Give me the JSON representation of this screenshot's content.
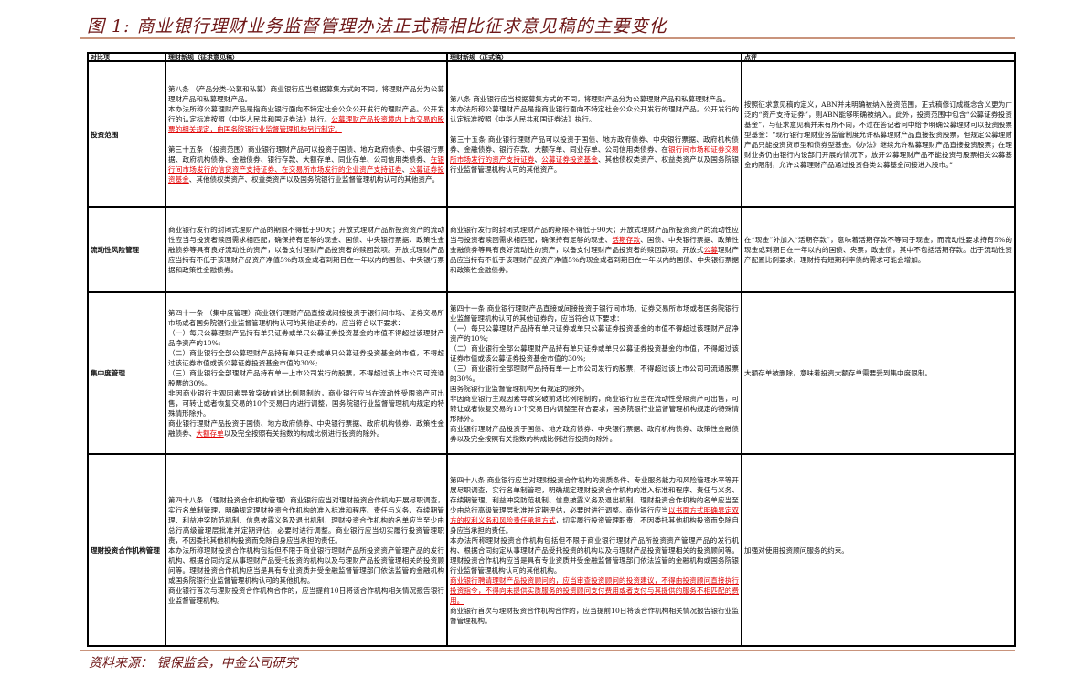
{
  "title": "图 1: 商业银行理财业务监督管理办法正式稿相比征求意见稿的主要变化",
  "source": "资料来源：  银保监会，中金公司研究",
  "headers": [
    "对比项",
    "理财新规（征求意见稿）",
    "理财新规（正式稿）",
    "点评"
  ],
  "rows": [
    {
      "label": "投资范围",
      "draft": [
        [
          {
            "t": "第八条 （产品分类-公募和私募）商业银行应当根据募集方式的不同，将理财产品分为公募理财产品和私募理财产品。"
          }
        ],
        [
          {
            "t": "本办法所称公募理财产品是指商业银行面向不特定社会公众公开发行的理财产品。公开发行的认定标准按照《中华人民共和国证券法》执行。"
          },
          {
            "t": "公募理财产品投资境内上市交易的股票的相关规定，由国务院银行业监督管理机构另行制定。",
            "red": true
          }
        ],
        [],
        [
          {
            "t": "第三十五条 （投资范围）商业银行理财产品可以投资于国债、地方政府债券、中央银行票据、政府机构债券、金融债券、银行存款、大额存单、同业存单、公司信用类债券、"
          },
          {
            "t": "在银行间市场发行的信贷资产支持证券、在交易所市场发行的企业资产支持证券",
            "red": true
          },
          {
            "t": "、"
          },
          {
            "t": "公募证券投资基金",
            "red": true
          },
          {
            "t": "、其他债权类资产、权益类资产以及国务院银行业监督管理机构认可的其他资产。"
          }
        ]
      ],
      "final": [
        [
          {
            "t": "第八条 商业银行应当根据募集方式的不同，将理财产品分为公募理财产品和私募理财产品。"
          }
        ],
        [
          {
            "t": "本办法所称公募理财产品是指商业银行面向不特定社会公众公开发行的理财产品。公开发行的认定标准按照《中华人民共和国证券法》执行。"
          }
        ],
        [],
        [
          {
            "t": "第三十五条 商业银行理财产品可以投资于国债、地方政府债券、中央银行票据、政府机构债券、金融债券、银行存款、大额存单、同业存单、公司信用类债券、在"
          },
          {
            "t": "银行间市场和证券交易所市场发行的资产支持证券",
            "red": true
          },
          {
            "t": "、"
          },
          {
            "t": "公募证券投资基金",
            "red": true
          },
          {
            "t": "、其他债权类资产、权益类资产以及国务院银行业监督管理机构认可的其他资产。"
          }
        ]
      ],
      "comment": [
        [
          {
            "t": "按照征求意见稿的定义，ABN并未明确被纳入投资范围，正式稿修订成概念含义更为广泛的“资产支持证券”，则ABN能够明确被纳入。此外，投资范围中包含“公募证券投资基金”，与征求意见稿并未有所不同，不过在答记者问中给予明确公募理财可以投资股票型基金：“现行银行理财业务监管制度允许私募理财产品直接投资股票，但规定公募理财产品只能投资货币型和债券型基金。《办法》继续允许私募理财产品直接投资股票；在理财业务仍由银行内设部门开展的情况下，放开公募理财产品不能投资与股票相关公募基金的限制，允许公募理财产品通过投资各类公募基金间接进入股市。”"
          }
        ]
      ]
    },
    {
      "label": "流动性风险管理",
      "draft": [
        [
          {
            "t": "商业银行发行的封闭式理财产品的期限不得低于90天；开放式理财产品所投资资产的流动性应当与投资者赎回需求相匹配，确保持有足够的现金、国债、中央银行票据、政策性金融债券等具有良好流动性的资产，以备支付理财产品投资者的赎回款项。开放式理财产品应当持有不低于该理财产品资产净值5%的现金或者到期日在一年以内的国债、中央银行票据和政策性金融债券。"
          }
        ]
      ],
      "final": [
        [
          {
            "t": "商业银行发行的封闭式理财产品的期限不得低于90天；开放式理财产品所投资资产的流动性应当与投资者赎回需求相匹配，确保持有足够的现金、"
          },
          {
            "t": "活期存款",
            "red": true
          },
          {
            "t": "、国债、中央银行票据、政策性金融债券等具有良好流动性的资产，以备支付理财产品投资者的赎回款项。开放式"
          },
          {
            "t": "公募",
            "red": true
          },
          {
            "t": "理财产品应当持有不低于该理财产品资产净值5%的现金或者到期日在一年以内的国债、中央银行票据和政策性金融债券。"
          }
        ]
      ],
      "comment": [
        [
          {
            "t": "在“现金”外加入“活期存款”，意味着活期存款不等同于现金，而流动性要求持有5%的现金或到期日在一年以内的国债、央票，政金债，其中不包括活期存款。出于流动性资产配置比例要求，理财持有短期利率债的需求可能会增加。"
          }
        ]
      ]
    },
    {
      "label": "集中度管理",
      "draft": [
        [
          {
            "t": "第四十一条 （集中度管理）商业银行理财产品直接或间接投资于银行间市场、证券交易所市场或者国务院银行业监督管理机构认可的其他证券的，应当符合以下要求："
          }
        ],
        [
          {
            "t": "（一）每只公募理财产品持有单只证券或单只公募证券投资基金的市值不得超过该理财产品净资产的10%;"
          }
        ],
        [
          {
            "t": "（二）商业银行全部公募理财产品持有单只证券或单只公募证券投资基金的市值，不得超过该证券市值或该公募证券投资基金市值的30%;"
          }
        ],
        [
          {
            "t": "（三）商业银行全部理财产品持有单一上市公司发行的股票，不得超过该上市公司可流通股票的30%。"
          }
        ],
        [
          {
            "t": "非因商业银行主观因素导致突破前述比例限制的，商业银行应当在流动性受限资产可出售，可转让或者恢复交易的10个交易日内进行调整，国务院银行业监督管理机构规定的特殊情形除外。"
          }
        ],
        [
          {
            "t": "商业银行理财产品投资于国债、地方政府债券、中央银行票据、政府机构债券、政策性金融债券、"
          },
          {
            "t": "大额存单",
            "red": true
          },
          {
            "t": "以及完全按照有关指数的构成比例进行投资的除外。"
          }
        ]
      ],
      "final": [
        [
          {
            "t": "第四十一条 商业银行理财产品直接或间接投资于银行间市场、证券交易所市场或者国务院银行业监督管理机构认可的其他证券的，应当符合以下要求："
          }
        ],
        [
          {
            "t": "（一）每只公募理财产品持有单只证券或单只公募证券投资基金的市值不得超过该理财产品净资产的10%;"
          }
        ],
        [
          {
            "t": "（二）商业银行全部公募理财产品持有单只证券或单只公募证券投资基金的市值，不得超过该证券市值或该公募证券投资基金市值的30%;"
          }
        ],
        [
          {
            "t": "（三）商业银行全部理财产品持有单一上市公司发行的股票，不得超过该上市公司可流通股票的30%。"
          }
        ],
        [
          {
            "t": "国务院银行业监督管理机构另有规定的除外。"
          }
        ],
        [
          {
            "t": "非因商业银行主观因素导致突破前述比例限制的，商业银行应当在流动性受限资产可出售，可转让或者恢复交易的10个交易日内调整至符合要求，国务院银行业监督管理机构规定的特殊情形除外。"
          }
        ],
        [
          {
            "t": "商业银行理财产品投资于国债、地方政府债券、中央银行票据、政府机构债券、政策性金融债券以及完全按照有关指数的构成比例进行投资的除外。"
          }
        ]
      ],
      "comment": [
        [
          {
            "t": "大额存单被删除，意味着投资大额存单需要受到集中度限制。"
          }
        ]
      ]
    },
    {
      "label": "理财投资合作机构管理",
      "draft": [
        [
          {
            "t": "第四十八条 （理财投资合作机构管理）商业银行应当对理财投资合作机构开展尽职调查，实行名单制管理，明确规定理财投资合作机构的准入标准和程序、责任与义务、存续期管理、利益冲突防范机制、信息披露义务及退出机制，理财投资合作机构的名单应当至少由总行高级管理层批准并定期评估，必要时进行调整。商业银行应当切实履行投资管理职责，不因委托其他机构投资而免除自身应当承担的责任。"
          }
        ],
        [
          {
            "t": "本办法所称理财投资合作机构包括但不限于商业银行理财产品所投资资产管理产品的发行机构、根据合同约定从事理财产品受托投资的机构以及与理财产品投资管理相关的投资顾问等。理财投资合作机构应当是具有专业资质并受金融监督管理部门依法监管的金融机构或国务院银行业监督管理机构认可的其他机构。"
          }
        ],
        [
          {
            "t": "商业银行首次与理财投资合作机构合作的，应当提前10日将该合作机构相关情况报告银行业监督管理机构。"
          }
        ]
      ],
      "final": [
        [
          {
            "t": "第四十八条 商业银行应当对理财投资合作机构的资质条件、专业服务能力和风险管理水平等开展尽职调查，实行名单制管理，明确规定理财投资合作机构的准入标准和程序、责任与义务、存续期管理、利益冲突防范机制、信息披露义务及退出机制，理财投资合作机构的名单应当至少由总行高级管理层批准并定期评估，必要时进行调整。商业银行应当"
          },
          {
            "t": "以书面方式明确界定双方的权利义务和风险责任承担方式",
            "red": true
          },
          {
            "t": "，切实履行投资管理职责，不因委托其他机构投资而免除自身应当承担的责任。"
          }
        ],
        [
          {
            "t": "本办法所称理财投资合作机构包括但不限于商业银行理财产品所投资资产管理产品的发行机构、根据合同约定从事理财产品受托投资的机构以及与理财产品投资管理相关的投资顾问等。理财投资合作机构应当是具有专业资质并受金融监督管理部门依法监管的金融机构或国务院银行业监督管理机构认可的其他机构。"
          }
        ],
        [
          {
            "t": "商业银行聘请理财产品投资顾问的，应当审查投资顾问的投资建议，不得由投资顾问直接执行投资指令，不得向未提供实质服务的投资顾问支付费用或者支付与其提供的服务不相匹配的费用。",
            "red": true
          }
        ],
        [
          {
            "t": "商业银行首次与理财投资合作机构合作的，应当提前10日将该合作机构相关情况报告银行业监督管理机构。"
          }
        ]
      ],
      "comment": [
        [
          {
            "t": "加强对使用投资顾问服务的约束。"
          }
        ]
      ]
    }
  ]
}
